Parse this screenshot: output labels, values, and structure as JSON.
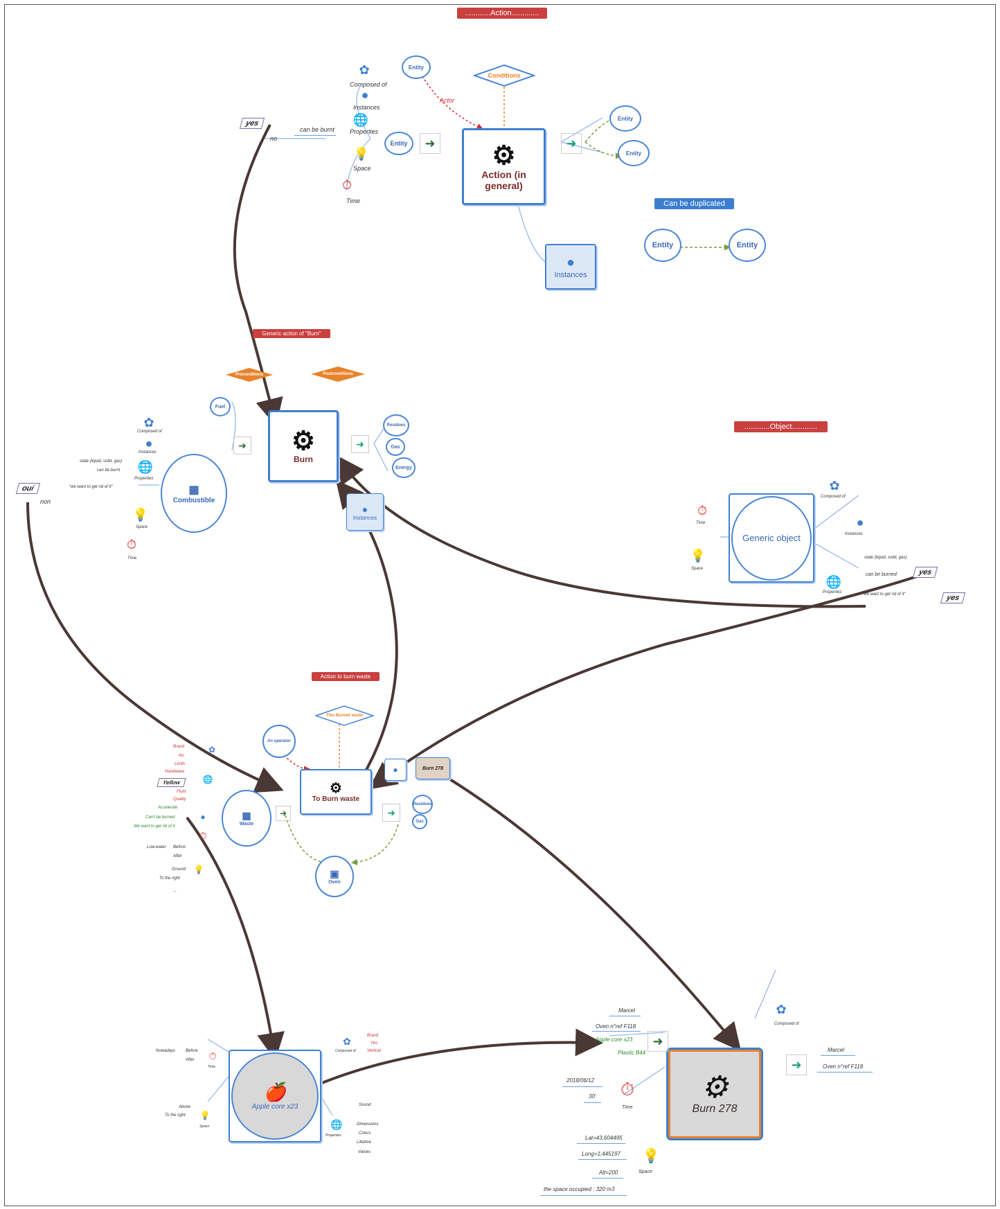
{
  "banners": {
    "action": "............Action.............",
    "generic_burn": "Generic action of \"Burn\"",
    "object": "............Object............",
    "burn_waste": "Action to burn waste",
    "can_be_duplicated": "Can be duplicated"
  },
  "top": {
    "action_box": "Action (in general)",
    "conditions": "Conditions",
    "entity": "Entity",
    "actor": "Actor",
    "instances": "Instances",
    "composed_of": "Composed of",
    "instances_small": "Instances",
    "properties": "Properties",
    "space": "Space",
    "time": "Time",
    "can_be_burnt": "can be burnt",
    "yes": "yes",
    "no": "no"
  },
  "burn": {
    "title": "Burn",
    "preconditions": "Preconditions",
    "postconditions": "Postconditions",
    "fuel": "Fuel",
    "residues": "Residues",
    "gas": "Gas",
    "energy": "Energy",
    "instances": "Instances",
    "combustible": "Combustible",
    "state": "state (liquid, solid, gas)",
    "can_be_burnt": "can be burnt",
    "get_rid": "\"we want to get rid of it\"",
    "oui": "oui",
    "non": "non",
    "composed_of": "Composed of",
    "instances_small": "Instances",
    "properties": "Properties",
    "space": "Space",
    "time": "Time"
  },
  "object": {
    "title": "Generic object",
    "composed_of": "Composed of",
    "instances": "Instances",
    "time": "Time",
    "space": "Space",
    "properties": "Properties",
    "state": "state (liquid, solid, gas)",
    "can_be_burned": "can be burned",
    "get_rid": "\"we want to get rid of it\"",
    "yes1": "yes",
    "yes2": "yes"
  },
  "waste": {
    "title": "To Burn waste",
    "this_burned_waste": "This Burned waste",
    "an_operator": "An operator",
    "burn_278_small": "Burn 278",
    "waste": "Waste",
    "oven": "Oven",
    "residues": "Residues",
    "gas": "Gas",
    "yellow": "Yellow",
    "labels": [
      "Brand",
      "No",
      "Lenth",
      "Handwave",
      "Yellow",
      "Fluid",
      "Quality",
      "Accelerate",
      "Can't be burned",
      "We want to get rid of it"
    ],
    "time_labels": [
      "Low-water",
      "Before",
      "After"
    ],
    "space_labels": [
      "Ground",
      "To the right",
      "..."
    ]
  },
  "apple": {
    "title": "Apple core x23",
    "composed_of": "Composed of",
    "properties": "Properties",
    "time": "Time",
    "space": "Space",
    "labels_left": [
      "Nowadays",
      "Before",
      "After",
      "Above",
      "To the right"
    ],
    "labels_right": [
      "Brand",
      "Yes",
      "Vertical",
      "Sound",
      "Dimensions",
      "Colors",
      "Lifetime",
      "Values"
    ]
  },
  "burn278": {
    "title": "Burn 278",
    "composed_of": "Composed of",
    "time": "Time",
    "space": "Space",
    "inputs": [
      "Marcel",
      "Oven n°ref F118",
      "Apple core x23",
      "Plastic B44"
    ],
    "outputs": [
      "Marcel",
      "Oven n°ref F118"
    ],
    "date": "2018/06/12",
    "duration": "30'",
    "coords": [
      "Lat=43,604495",
      "Long=1,445197",
      "Alt=200",
      "the space occupied : 320 m3"
    ]
  },
  "entities": {
    "dup1": "Entity",
    "dup2": "Entity"
  },
  "colors": {
    "accent_blue": "#3f7fd0",
    "banner_red": "#c9403f",
    "arrow_brown": "#4a3834",
    "orange": "#e8822c"
  }
}
